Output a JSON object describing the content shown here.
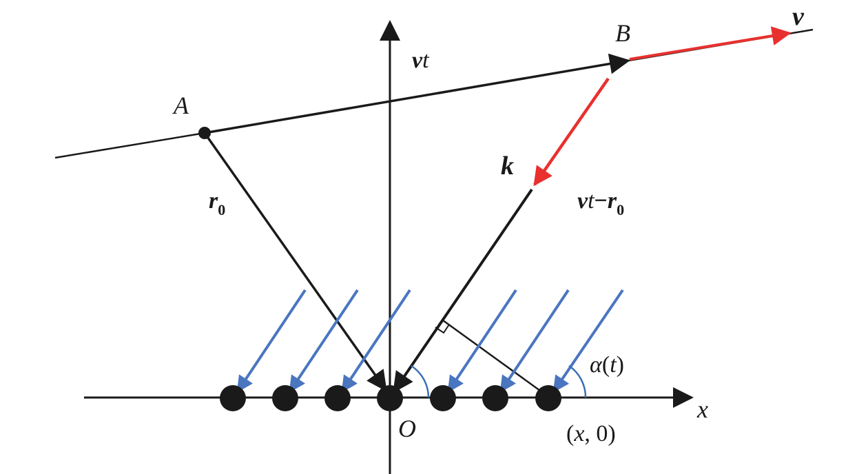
{
  "labels": {
    "point_a": "A",
    "point_b": "B",
    "velocity": "v",
    "vt_v": "v",
    "vt_t": "t",
    "r0_r": "r",
    "r0_sub": "0",
    "k": "k",
    "diff_v": "v",
    "diff_t": "t",
    "diff_minus": "−",
    "diff_r": "r",
    "diff_sub": "0",
    "angle_alpha": "α",
    "angle_paren_open": "(",
    "angle_t": "t",
    "angle_paren_close": ")",
    "origin": "O",
    "x_axis": "x",
    "point_x_open": "(",
    "point_x_x": "x",
    "point_x_rest": ", 0)"
  },
  "colors": {
    "axis": "#1a1a1a",
    "vector_red": "#e8312f",
    "wave_blue": "#4a76c0",
    "angle_arc": "#3a6fb8",
    "sensor": "#1a1a1a"
  },
  "icons": {
    "sensor": "filled-circle",
    "arrowhead": "filled-triangle",
    "right_angle": "square-corner"
  }
}
